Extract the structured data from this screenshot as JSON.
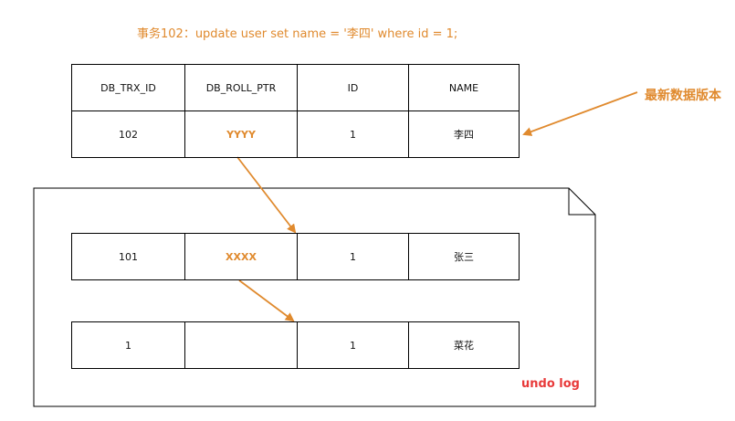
{
  "title": "事务102：update user set name = '李四' where id = 1;",
  "latest_label": "最新数据版本",
  "undo_label": "undo log",
  "headers": [
    "DB_TRX_ID",
    "DB_ROLL_PTR",
    "ID",
    "NAME"
  ],
  "current_row": [
    "102",
    "YYYY",
    "1",
    "李四"
  ],
  "undo_rows": [
    [
      "101",
      "XXXX",
      "1",
      "张三"
    ],
    [
      "1",
      "",
      "1",
      "菜花"
    ]
  ],
  "colors": {
    "accent": "#e08a2e",
    "undo_label": "#e83a3a",
    "line": "#000000"
  }
}
